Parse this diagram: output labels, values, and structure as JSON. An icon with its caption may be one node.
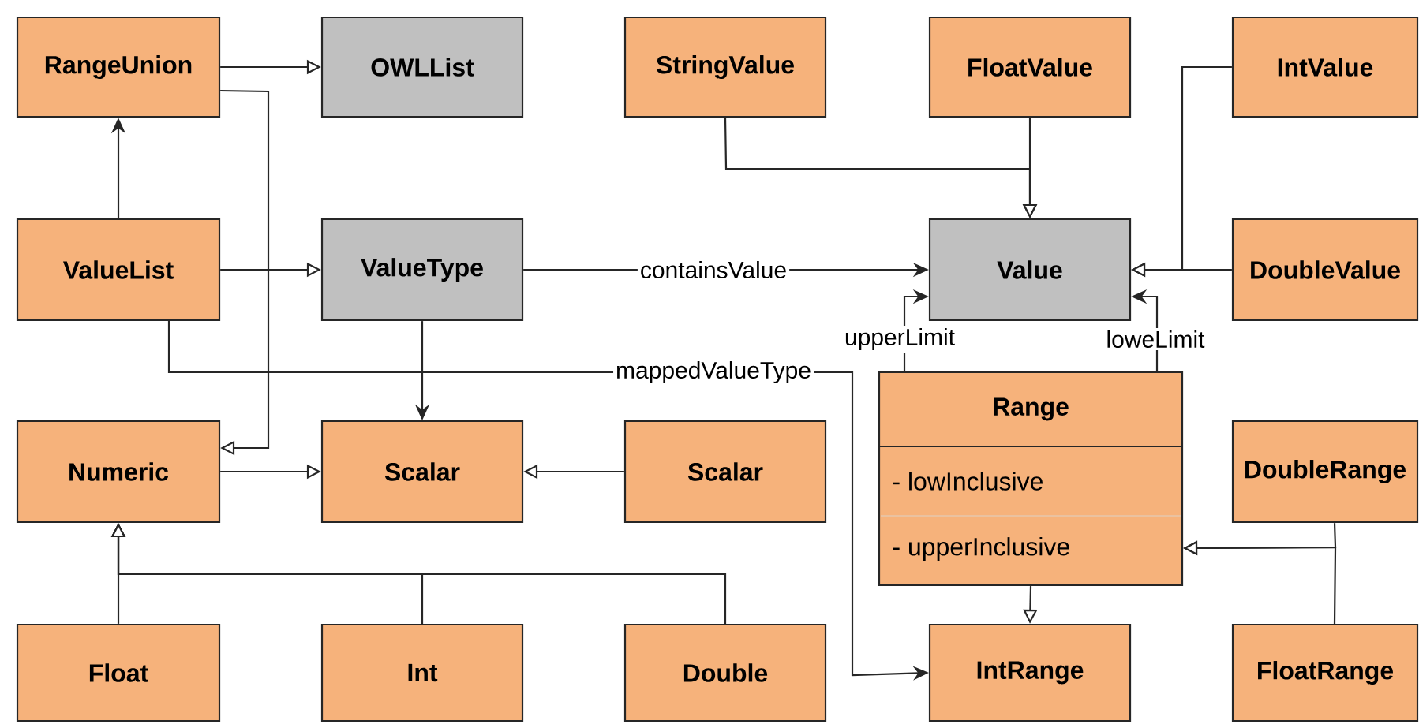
{
  "diagram": {
    "nodes": [
      {
        "text": [
          "RangeUnion"
        ]
      },
      {
        "text": [
          "OWLList"
        ]
      },
      {
        "text": [
          "StringValue"
        ]
      },
      {
        "text": [
          "FloatValue"
        ]
      },
      {
        "text": [
          "IntValue"
        ]
      },
      {
        "text": [
          "ValueList"
        ]
      },
      {
        "text": [
          "ValueType"
        ]
      },
      {
        "text": [
          "Value"
        ]
      },
      {
        "text": [
          "DoubleValue"
        ]
      },
      {
        "text": [
          "Numeric"
        ]
      },
      {
        "text": [
          "Scalar"
        ]
      },
      {
        "text": [
          "Scalar"
        ]
      },
      {
        "text": [
          "Range",
          "- lowInclusive",
          "- upperInclusive"
        ]
      },
      {
        "text": [
          "DoubleRange"
        ]
      },
      {
        "text": [
          "Float"
        ]
      },
      {
        "text": [
          "Int"
        ]
      },
      {
        "text": [
          "Double"
        ]
      },
      {
        "text": [
          "IntRange"
        ]
      },
      {
        "text": [
          "FloatRange"
        ]
      }
    ],
    "edges": [
      {
        "from": 0,
        "to": 1,
        "arrow": "to"
      },
      {
        "from": 5,
        "to": 0,
        "arrow": "to"
      },
      {
        "from": 5,
        "to": 6,
        "arrow": "to"
      },
      {
        "from": 0,
        "to": 9,
        "arrow": "to"
      },
      {
        "from": 6,
        "to": 10,
        "arrow": "to"
      },
      {
        "from": 6,
        "to": 7,
        "arrow": "to",
        "label": "containsValue"
      },
      {
        "from": 5,
        "to": 17,
        "arrow": "to",
        "label": "mappedValueType"
      },
      {
        "from": 2,
        "to": 7,
        "arrow": "to"
      },
      {
        "from": 3,
        "to": 7,
        "arrow": "to"
      },
      {
        "from": 4,
        "to": 7,
        "arrow": "to"
      },
      {
        "from": 8,
        "to": 7,
        "arrow": "to"
      },
      {
        "from": 12,
        "to": 7,
        "arrow": "to",
        "label": "upperLimit"
      },
      {
        "from": 12,
        "to": 7,
        "arrow": "to",
        "label": "loweLimit"
      },
      {
        "from": 9,
        "to": 10,
        "arrow": "to"
      },
      {
        "from": 11,
        "to": 10,
        "arrow": "to"
      },
      {
        "from": 14,
        "to": 9,
        "arrow": "to"
      },
      {
        "from": 15,
        "to": 9,
        "arrow": "to"
      },
      {
        "from": 16,
        "to": 9,
        "arrow": "to"
      },
      {
        "from": 12,
        "to": 17,
        "arrow": "to"
      },
      {
        "from": 13,
        "to": 12,
        "arrow": "to"
      },
      {
        "from": 18,
        "to": 12,
        "arrow": "to"
      }
    ]
  }
}
